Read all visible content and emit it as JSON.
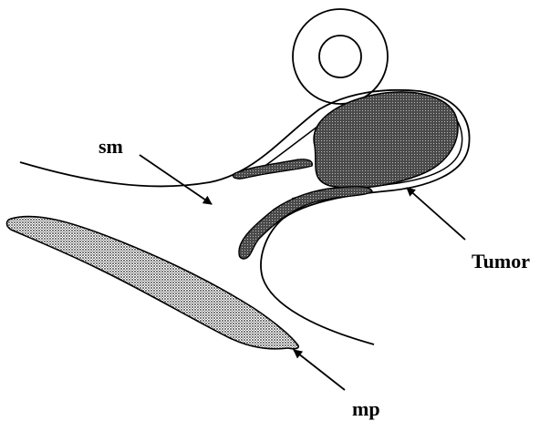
{
  "diagram": {
    "labels": {
      "sm": "sm",
      "tumor": "Tumor",
      "mp": "mp"
    },
    "colors": {
      "outline": "#000000",
      "mp_fill": "#8a8a8a",
      "tumor_fill": "#555555",
      "background": "#ffffff"
    }
  }
}
